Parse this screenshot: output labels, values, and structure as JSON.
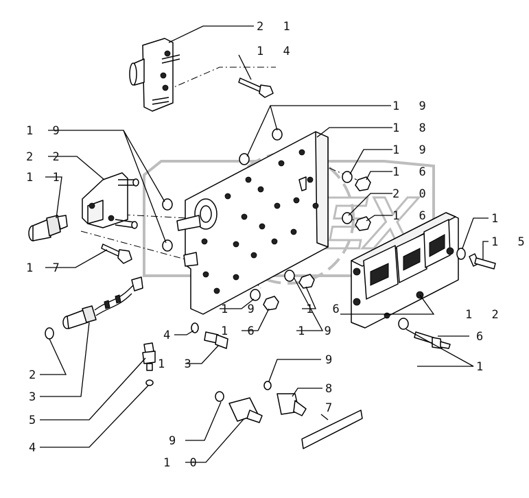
{
  "watermark": {
    "text": "OPEX"
  },
  "callouts": [
    {
      "id": "c21a",
      "text": "2 1"
    },
    {
      "id": "c14",
      "text": "1 4"
    },
    {
      "id": "c19a",
      "text": "1 9"
    },
    {
      "id": "c18",
      "text": "1 8"
    },
    {
      "id": "c19b",
      "text": "1 9"
    },
    {
      "id": "c22",
      "text": "2 2"
    },
    {
      "id": "c19c",
      "text": "1 9"
    },
    {
      "id": "c16a",
      "text": "1 6"
    },
    {
      "id": "c11",
      "text": "1 1"
    },
    {
      "id": "c20",
      "text": "2 0"
    },
    {
      "id": "c16b",
      "text": "1 6"
    },
    {
      "id": "c1a",
      "text": "1"
    },
    {
      "id": "c15",
      "text": "1 5"
    },
    {
      "id": "c17",
      "text": "1 7"
    },
    {
      "id": "c19d",
      "text": "1 9"
    },
    {
      "id": "c16c",
      "text": "1 6"
    },
    {
      "id": "c12",
      "text": "1 2"
    },
    {
      "id": "c16d",
      "text": "1 6"
    },
    {
      "id": "c19e",
      "text": "1 9"
    },
    {
      "id": "c4a",
      "text": "4"
    },
    {
      "id": "c6",
      "text": "6"
    },
    {
      "id": "c2",
      "text": "2"
    },
    {
      "id": "c13",
      "text": "1 3"
    },
    {
      "id": "c1b",
      "text": "1"
    },
    {
      "id": "c9a",
      "text": "9"
    },
    {
      "id": "c3",
      "text": "3"
    },
    {
      "id": "c8",
      "text": "8"
    },
    {
      "id": "c5",
      "text": "5"
    },
    {
      "id": "c7",
      "text": "7"
    },
    {
      "id": "c4b",
      "text": "4"
    },
    {
      "id": "c9b",
      "text": "9"
    },
    {
      "id": "c10",
      "text": "1 0"
    }
  ]
}
